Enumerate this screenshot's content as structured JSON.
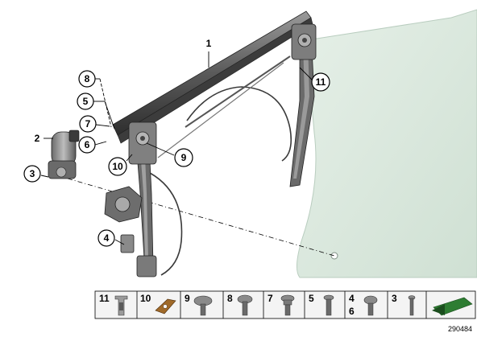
{
  "diagram_id": "290484",
  "callouts": {
    "c1": "1",
    "c2": "2",
    "c3": "3",
    "c4": "4",
    "c5": "5",
    "c6": "6",
    "c7": "7",
    "c8": "8",
    "c9": "9",
    "c10": "10",
    "c11": "11"
  },
  "legend": {
    "cells": [
      {
        "labels": [
          "11"
        ],
        "icon": "clip-icon"
      },
      {
        "labels": [
          "10"
        ],
        "icon": "plate-icon"
      },
      {
        "labels": [
          "9"
        ],
        "icon": "round-head-screw-icon"
      },
      {
        "labels": [
          "8"
        ],
        "icon": "hex-bolt-icon"
      },
      {
        "labels": [
          "7"
        ],
        "icon": "collar-bolt-icon"
      },
      {
        "labels": [
          "5"
        ],
        "icon": "long-screw-icon"
      },
      {
        "labels": [
          "4",
          "6"
        ],
        "icon": "screw-icon"
      },
      {
        "labels": [
          "3"
        ],
        "icon": "thin-screw-icon"
      },
      {
        "labels": [],
        "icon": "direction-arrow-icon"
      }
    ]
  },
  "colors": {
    "glass": "#ddeadf",
    "glass_edge": "#c4d6c8",
    "metal_dark": "#4a4a4a",
    "metal_mid": "#8a8a8a",
    "metal_light": "#c8c8c8",
    "legend_bg": "#f0f0f0"
  }
}
